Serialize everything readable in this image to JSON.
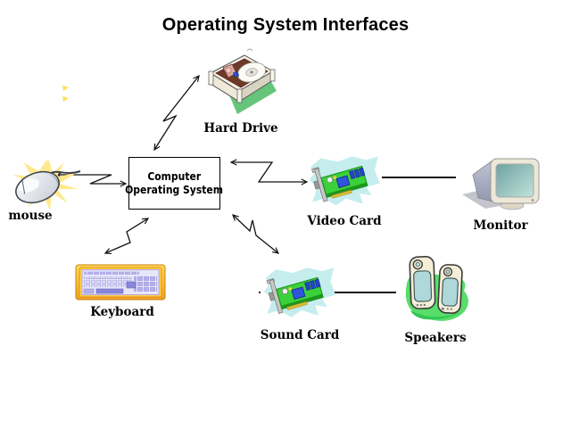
{
  "title": "Operating System Interfaces",
  "center_box": {
    "line1": "Computer",
    "line2": "Operating System"
  },
  "nodes": {
    "hard_drive": {
      "label": "Hard Drive"
    },
    "mouse": {
      "label": "mouse"
    },
    "video_card": {
      "label": "Video Card"
    },
    "monitor": {
      "label": "Monitor"
    },
    "keyboard": {
      "label": "Keyboard"
    },
    "sound_card": {
      "label": "Sound Card"
    },
    "speakers": {
      "label": "Speakers"
    }
  },
  "edges": [
    {
      "from": "operating-system",
      "to": "hard-drive",
      "style": "double-arrow-zigzag"
    },
    {
      "from": "operating-system",
      "to": "mouse",
      "style": "double-arrow-step"
    },
    {
      "from": "operating-system",
      "to": "video-card",
      "style": "double-arrow-step"
    },
    {
      "from": "video-card",
      "to": "monitor",
      "style": "plain-line"
    },
    {
      "from": "operating-system",
      "to": "keyboard",
      "style": "double-arrow-zigzag"
    },
    {
      "from": "operating-system",
      "to": "sound-card",
      "style": "double-arrow-zigzag"
    },
    {
      "from": "sound-card",
      "to": "speakers",
      "style": "plain-line"
    }
  ],
  "colors": {
    "background": "#ffffff",
    "line": "#111111",
    "hard_drive_shadow_green": "#66c57a",
    "mouse_burst_yellow": "#ffe98c",
    "card_background_cyan": "#c6edee",
    "card_green": "#3bd13b",
    "chip_blue": "#2f55dd",
    "keyboard_frame_gold": "#ffcf45",
    "keyboard_key_periwinkle": "#b6b0ea",
    "speakers_green": "#58dd6a",
    "speaker_front_teal": "#aed8da",
    "monitor_screen_teal": "#6da2a2",
    "monitor_case_beige": "#ede7d7"
  }
}
